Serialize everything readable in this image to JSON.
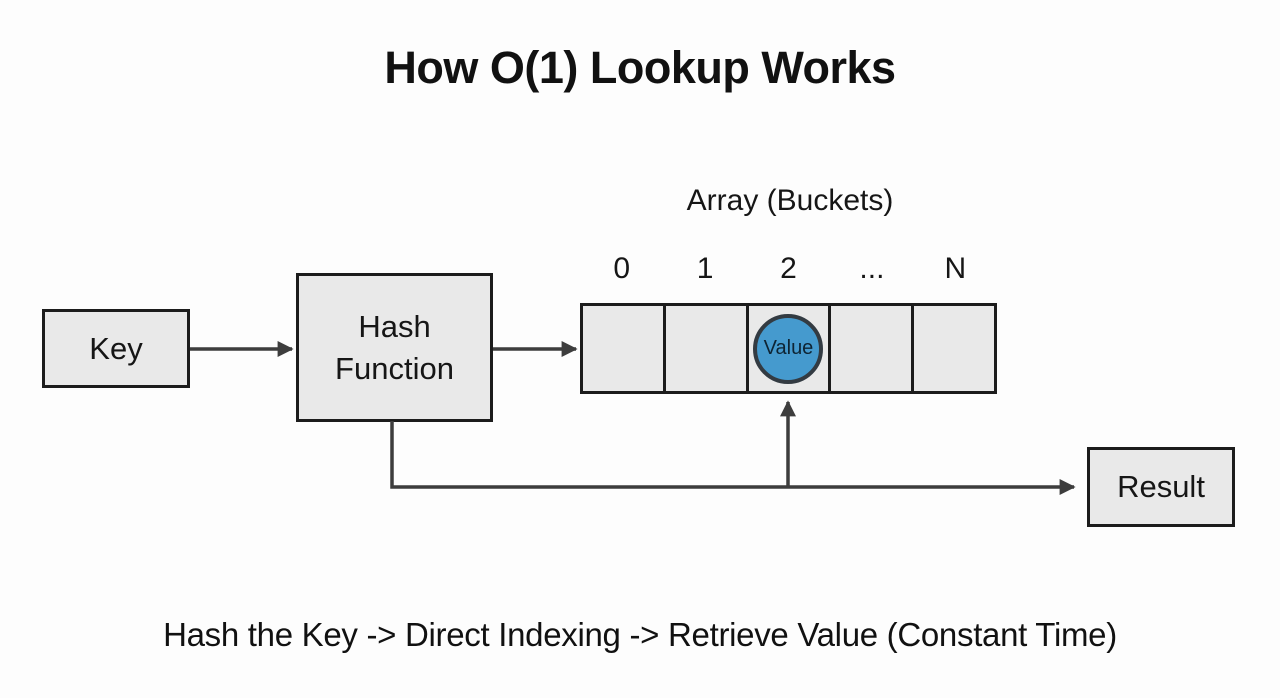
{
  "title": "How O(1) Lookup Works",
  "diagram": {
    "key_box_label": "Key",
    "hash_box_label": "Hash Function",
    "array_label": "Array (Buckets)",
    "indices": [
      "0",
      "1",
      "2",
      "...",
      "N"
    ],
    "value_circle_label": "Value",
    "result_box_label": "Result"
  },
  "caption": "Hash the Key -> Direct Indexing -> Retrieve Value (Constant Time)",
  "colors": {
    "bg": "#fdfdfd",
    "box-fill": "#e9e9e9",
    "box-border": "#1c1c1c",
    "arrow": "#3d3d3d",
    "value-fill": "#459ace",
    "value-border": "#333b42"
  }
}
